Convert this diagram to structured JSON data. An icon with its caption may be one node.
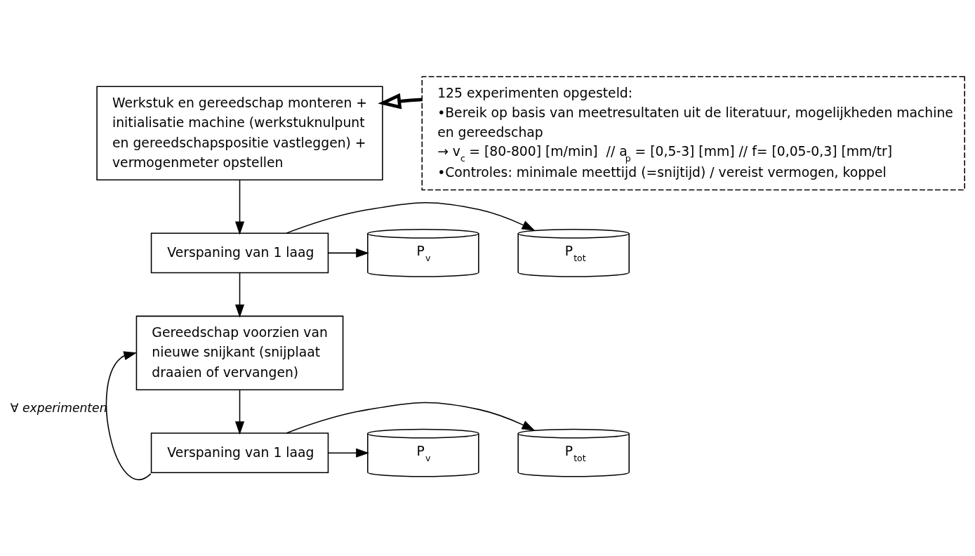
{
  "diagram": {
    "nodes": [
      {
        "text": [
          "Werkstuk en gereedschap monteren + initialisatie machine (werkstuknulpunt en gereedschapspositie vastleggen) + vermogenmeter opstellen"
        ]
      },
      {
        "text": [
          "125 experimenten opgesteld:",
          "•Bereik op basis van meetresultaten uit de literatuur, mogelijkheden machine en gereedschap",
          "→ v$_{c}$ = [80-800] [m/min]  // a$_{p}$ = [0,5-3] [mm] // f= [0,05-0,3] [mm/tr]",
          "•Controles: minimale meettijd (=snijtijd) / vereist vermogen, koppel"
        ]
      },
      {
        "text": [
          "Verspaning van 1 laag"
        ]
      },
      {
        "text": [
          "P$_{v}$"
        ]
      },
      {
        "text": [
          "P$_{tot}$"
        ]
      },
      {
        "text": [
          "Gereedschap voorzien van nieuwe snijkant (snijplaat draaien of vervangen)"
        ]
      },
      {
        "text": [
          "Verspaning van 1 laag"
        ]
      },
      {
        "text": [
          "P$_{v}$"
        ]
      },
      {
        "text": [
          "P$_{tot}$"
        ]
      }
    ],
    "edges": [
      {
        "from": 1,
        "to": 0,
        "arrow": "to",
        "style": "thick"
      },
      {
        "from": 0,
        "to": 2,
        "arrow": "to"
      },
      {
        "from": 2,
        "to": 3,
        "arrow": "to"
      },
      {
        "from": 2,
        "to": 4,
        "arrow": "to"
      },
      {
        "from": 2,
        "to": 5,
        "arrow": "to"
      },
      {
        "from": 5,
        "to": 6,
        "arrow": "to"
      },
      {
        "from": 6,
        "to": 7,
        "arrow": "to"
      },
      {
        "from": 6,
        "to": 8,
        "arrow": "to"
      },
      {
        "from": 6,
        "to": 5,
        "arrow": "to",
        "label": "∀ experimenten"
      }
    ]
  }
}
